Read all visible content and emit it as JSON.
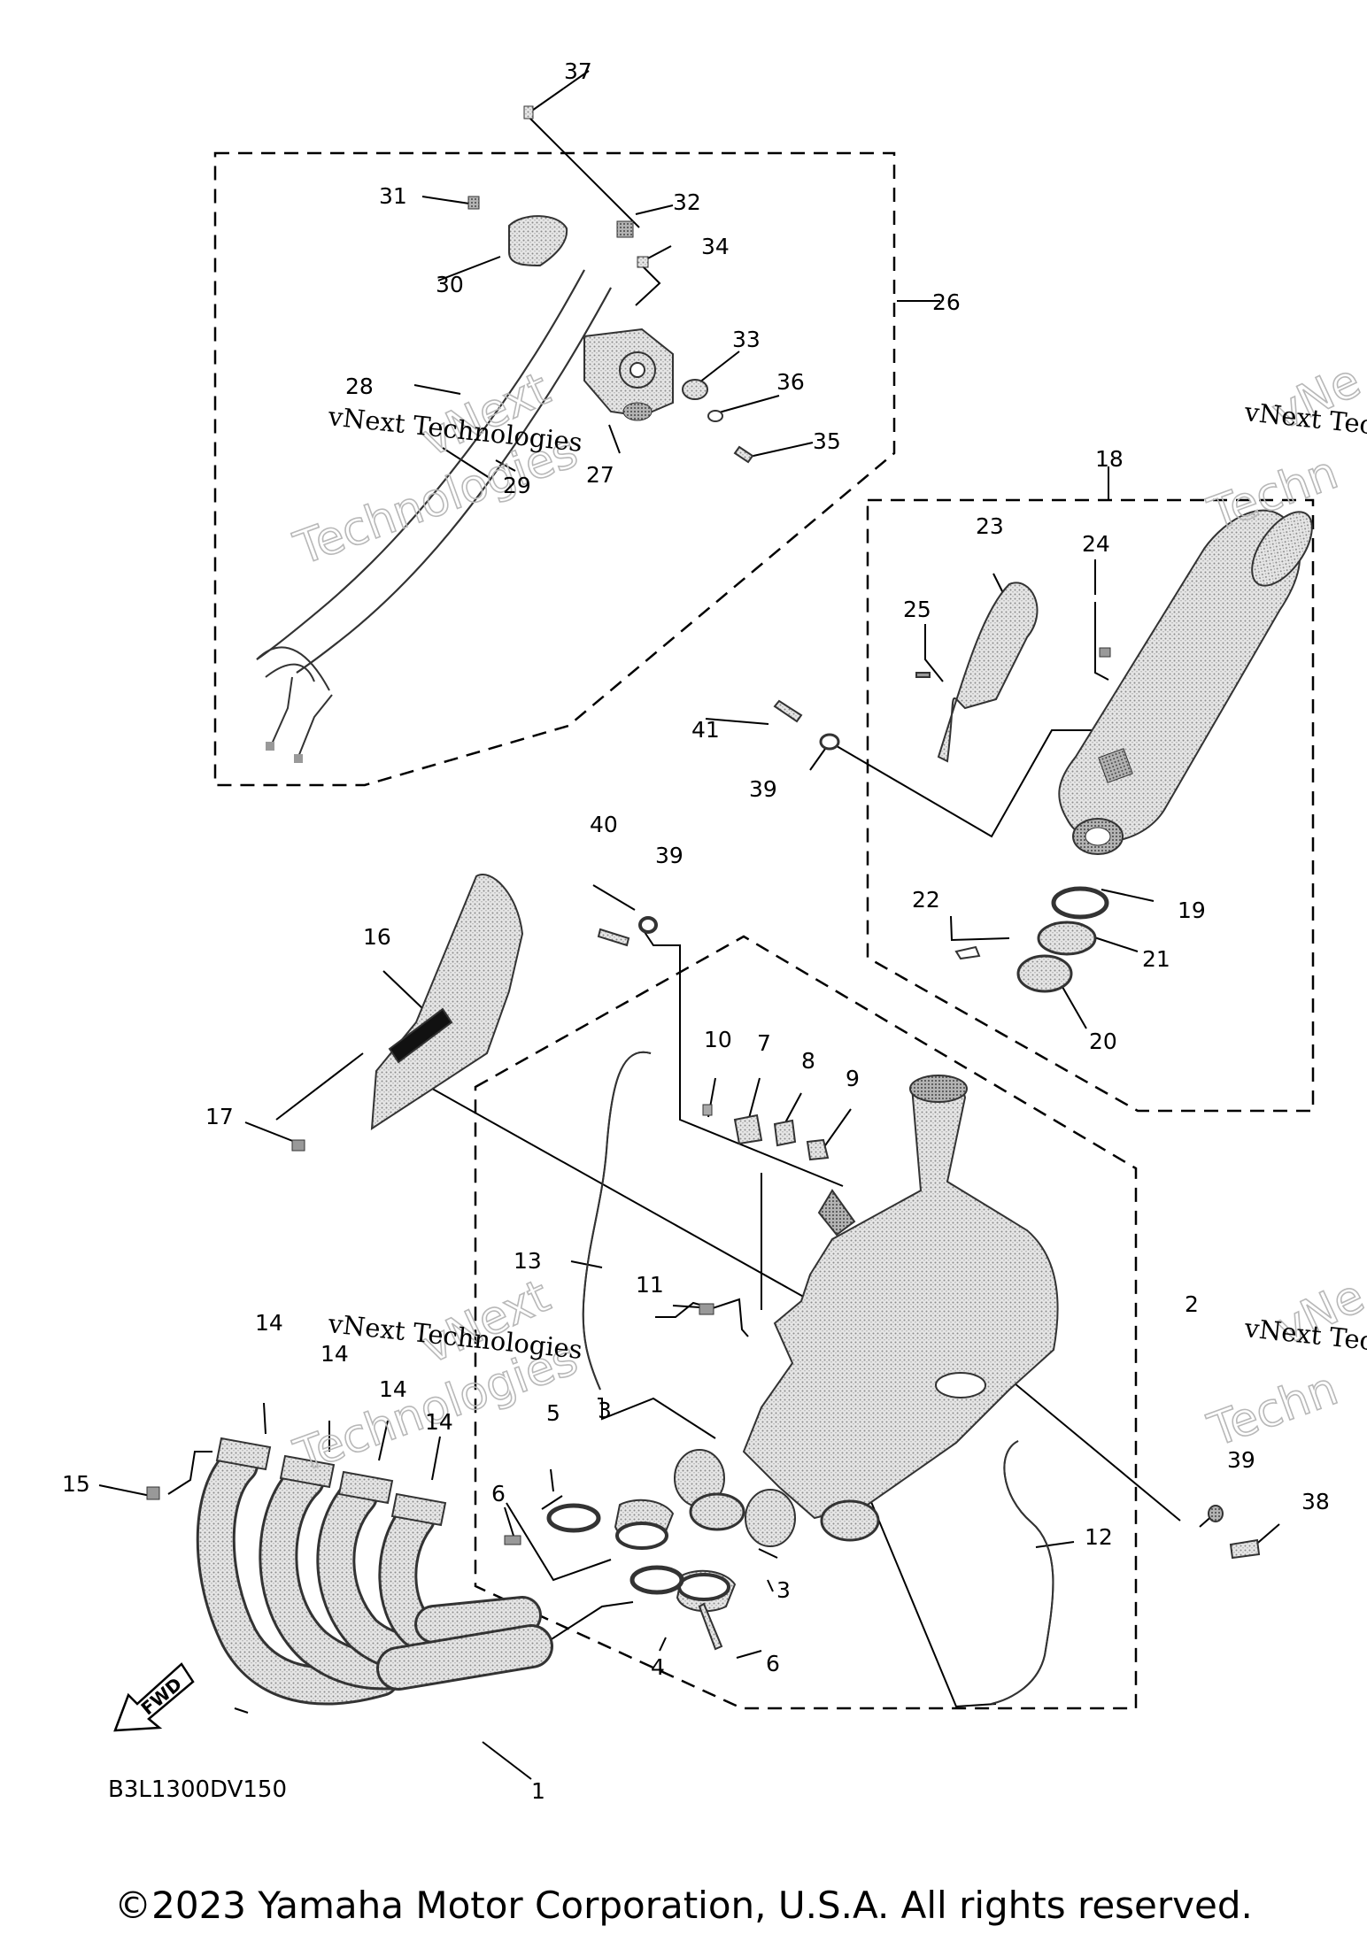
{
  "diagram_code": "B3L1300DV150",
  "copyright": "©2023 Yamaha Motor Corporation, U.S.A. All rights reserved.",
  "watermark": {
    "line1": "vNext Technologies",
    "big1": "vNext",
    "big2": "Technologies"
  },
  "watermark_partial": {
    "line1": "vNext Tec",
    "big1": "vNe",
    "big2": "Techn"
  },
  "fwd_label": "FWD",
  "callouts": {
    "p1": "1",
    "p2": "2",
    "p3a": "3",
    "p3b": "3",
    "p4": "4",
    "p5": "5",
    "p6a": "6",
    "p6b": "6",
    "p7": "7",
    "p8": "8",
    "p9": "9",
    "p10": "10",
    "p11": "11",
    "p12": "12",
    "p13": "13",
    "p14a": "14",
    "p14b": "14",
    "p14c": "14",
    "p14d": "14",
    "p15": "15",
    "p16": "16",
    "p17": "17",
    "p18": "18",
    "p19": "19",
    "p20": "20",
    "p21": "21",
    "p22": "22",
    "p23": "23",
    "p24": "24",
    "p25": "25",
    "p26": "26",
    "p27": "27",
    "p28": "28",
    "p29": "29",
    "p30": "30",
    "p31": "31",
    "p32": "32",
    "p33": "33",
    "p34": "34",
    "p35": "35",
    "p36": "36",
    "p37": "37",
    "p38": "38",
    "p39a": "39",
    "p39b": "39",
    "p39c": "39",
    "p40": "40",
    "p41": "41"
  }
}
